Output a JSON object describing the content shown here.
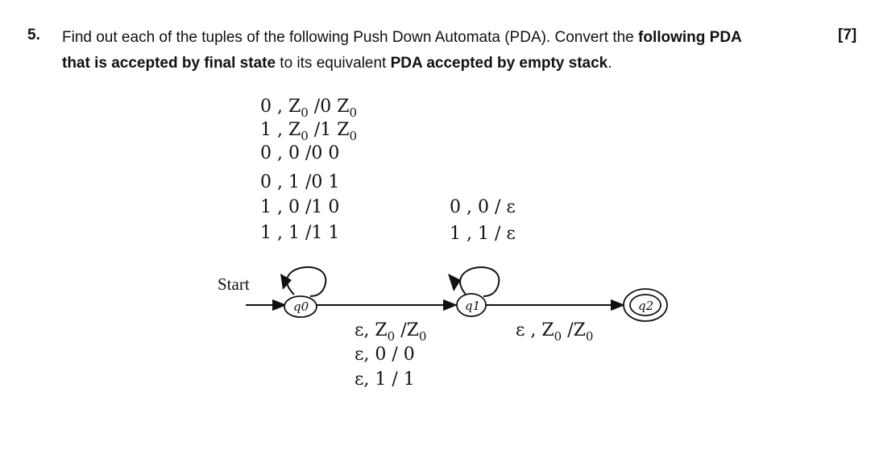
{
  "question": {
    "number": "5.",
    "line1_a": "Find out each of the tuples of the following Push Down Automata (PDA). Convert the ",
    "line1_b": "following PDA",
    "line2_a": "that is accepted by final state",
    "line2_b": " to its equivalent ",
    "line2_c": "PDA accepted by empty stack",
    "line2_d": ".",
    "marks": "[7]"
  },
  "diagram": {
    "start_label": "Start",
    "states": {
      "q0": "q0",
      "q1": "q1",
      "q2": "q2"
    },
    "q0_loop": [
      {
        "pre": "0 , Z",
        "sub": "0",
        "mid": " /0 Z",
        "sub2": "0"
      },
      {
        "pre": "1 , Z",
        "sub": "0",
        "mid": " /1 Z",
        "sub2": "0"
      },
      {
        "pre": "0 , 0 /0 0",
        "sub": "",
        "mid": "",
        "sub2": ""
      },
      {
        "pre": "0 , 1 /0 1",
        "sub": "",
        "mid": "",
        "sub2": ""
      },
      {
        "pre": "1 , 0 /1 0",
        "sub": "",
        "mid": "",
        "sub2": ""
      },
      {
        "pre": "1 , 1 /1 1",
        "sub": "",
        "mid": "",
        "sub2": ""
      }
    ],
    "q1_loop": [
      "0 , 0 / ε",
      "1 , 1 / ε"
    ],
    "q0_to_q1": [
      {
        "pre": "ε, Z",
        "sub": "0",
        "mid": " /Z",
        "sub2": "0"
      },
      {
        "pre": "ε, 0 / 0",
        "sub": "",
        "mid": "",
        "sub2": ""
      },
      {
        "pre": "ε, 1 / 1",
        "sub": "",
        "mid": "",
        "sub2": ""
      }
    ],
    "q1_to_q2": {
      "pre": "ε , Z",
      "sub": "0",
      "mid": " /Z",
      "sub2": "0"
    }
  }
}
